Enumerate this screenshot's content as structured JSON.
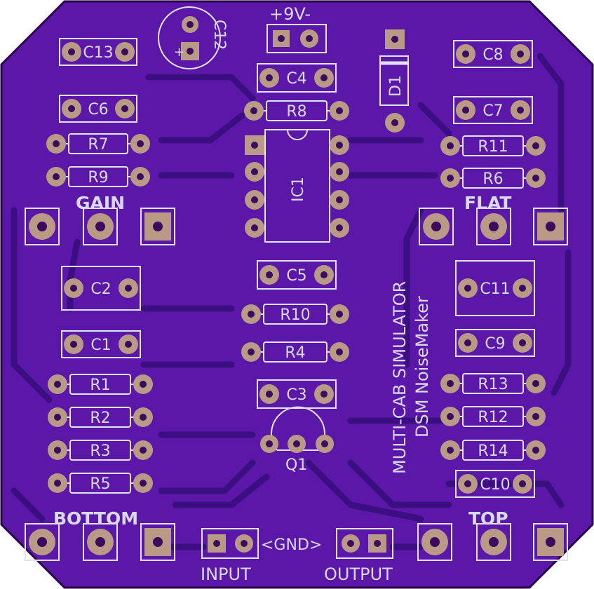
{
  "board": {
    "colors": {
      "board": "#5b18a8",
      "pad": "#b89a86",
      "silk": "#e2e2f0",
      "edge": "#2a0648",
      "trace": "#3b0f82"
    },
    "title_lines": [
      "MULTI-CAB SIMULATOR",
      "DSM NoiseMaker"
    ],
    "power_label": "+9V-",
    "gnd_label": "<GND>",
    "input_label": "INPUT",
    "output_label": "OUTPUT",
    "pot_labels": {
      "gain": "GAIN",
      "flat": "FLAT",
      "bottom": "BOTTOM",
      "top": "TOP"
    },
    "cap_c12_label": "C12",
    "plus_sign": "+",
    "ic_label": "IC1",
    "diode_label": "D1",
    "transistor_label": "Q1",
    "components": {
      "c13": "C13",
      "c6": "C6",
      "c2": "C2",
      "c1": "C1",
      "c4": "C4",
      "c5": "C5",
      "c3": "C3",
      "c8": "C8",
      "c7": "C7",
      "c11": "C11",
      "c9": "C9",
      "c10": "C10",
      "r7": "R7",
      "r9": "R9",
      "r1": "R1",
      "r2": "R2",
      "r3": "R3",
      "r5": "R5",
      "r8": "R8",
      "r10": "R10",
      "r4": "R4",
      "r11": "R11",
      "r6": "R6",
      "r13": "R13",
      "r12": "R12",
      "r14": "R14"
    }
  }
}
